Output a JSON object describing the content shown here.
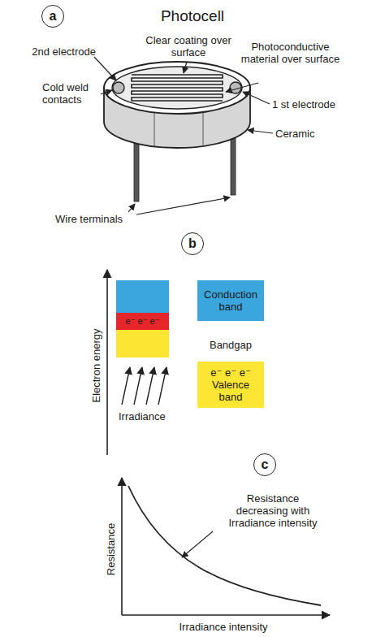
{
  "diagram": {
    "title": "Photocell",
    "nodes": [
      {
        "text": [
          "a"
        ]
      },
      {
        "text": [
          "b"
        ]
      },
      {
        "text": [
          "e⁻ e⁻ e⁻"
        ]
      },
      {
        "text": [
          "Conduction band"
        ]
      },
      {
        "text": [
          "e⁻ e⁻ e⁻",
          "Valence band"
        ]
      },
      {
        "text": [
          "c"
        ]
      }
    ],
    "labels": [
      "2nd electrode",
      "Clear coating over surface",
      "Photoconductive material over surface",
      "Cold weld contacts",
      "1 st electrode",
      "Ceramic",
      "Wire terminals",
      "Electron energy",
      "Irradiance",
      "Bandgap",
      "Resistance",
      "Resistance decreasing with Irradiance intensity",
      "Irradiance intensity"
    ]
  }
}
